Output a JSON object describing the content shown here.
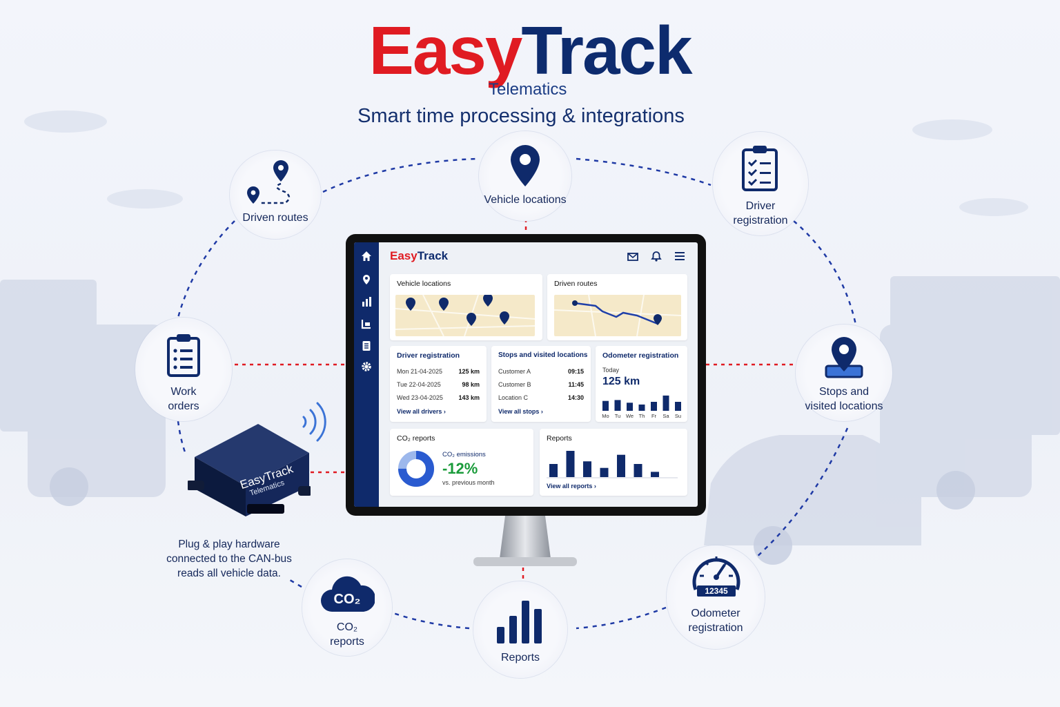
{
  "brand": {
    "easy": "Easy",
    "track": "Track",
    "subtitle": "Telematics",
    "tagline": "Smart time processing & integrations"
  },
  "features": {
    "driven_routes": "Driven routes",
    "vehicle_locations": "Vehicle locations",
    "driver_registration": [
      "Driver",
      "registration"
    ],
    "work_orders": [
      "Work",
      "orders"
    ],
    "stops": [
      "Stops and",
      "visited locations"
    ],
    "co2": [
      "CO₂",
      "reports"
    ],
    "reports": "Reports",
    "odometer": [
      "Odometer",
      "registration"
    ],
    "odometer_display": "12345"
  },
  "device": {
    "brand": "EasyTrack",
    "sub": "Telematics",
    "caption": [
      "Plug & play hardware",
      "connected to the CAN-bus",
      "reads all vehicle data."
    ]
  },
  "app": {
    "title_easy": "Easy",
    "title_track": "Track",
    "vehicle_locations": "Vehicle locations",
    "driven_routes": "Driven routes",
    "driver_registration": {
      "title": "Driver registration",
      "rows": [
        [
          "Mon 21-04-2025",
          "125 km"
        ],
        [
          "Tue 22-04-2025",
          "98 km"
        ],
        [
          "Wed 23-04-2025",
          "143 km"
        ]
      ],
      "link": "View all drivers ›"
    },
    "stops": {
      "title": "Stops and visited locations",
      "rows": [
        [
          "Customer A",
          "09:15"
        ],
        [
          "Customer B",
          "11:45"
        ],
        [
          "Location C",
          "14:30"
        ]
      ],
      "link": "View all stops ›"
    },
    "odometer": {
      "title": "Odometer registration",
      "today": "Today",
      "value": "125 km",
      "days": [
        "Mo",
        "Tu",
        "We",
        "Th",
        "Fr",
        "Sa",
        "Su"
      ],
      "bars": [
        0.55,
        0.6,
        0.45,
        0.35,
        0.5,
        0.85,
        0.5
      ]
    },
    "co2": {
      "title": "CO₂ reports",
      "label": "CO₂ emissions",
      "value": "-12%",
      "note": "vs. previous month",
      "ring": 0.75
    },
    "reports": {
      "title": "Reports",
      "link": "View all reports ›",
      "bars": [
        0.5,
        1.0,
        0.6,
        0.35,
        0.85,
        0.5,
        0.2
      ]
    }
  },
  "colors": {
    "red": "#e01b22",
    "navy": "#0d2b6e",
    "green": "#1a9b3a"
  }
}
